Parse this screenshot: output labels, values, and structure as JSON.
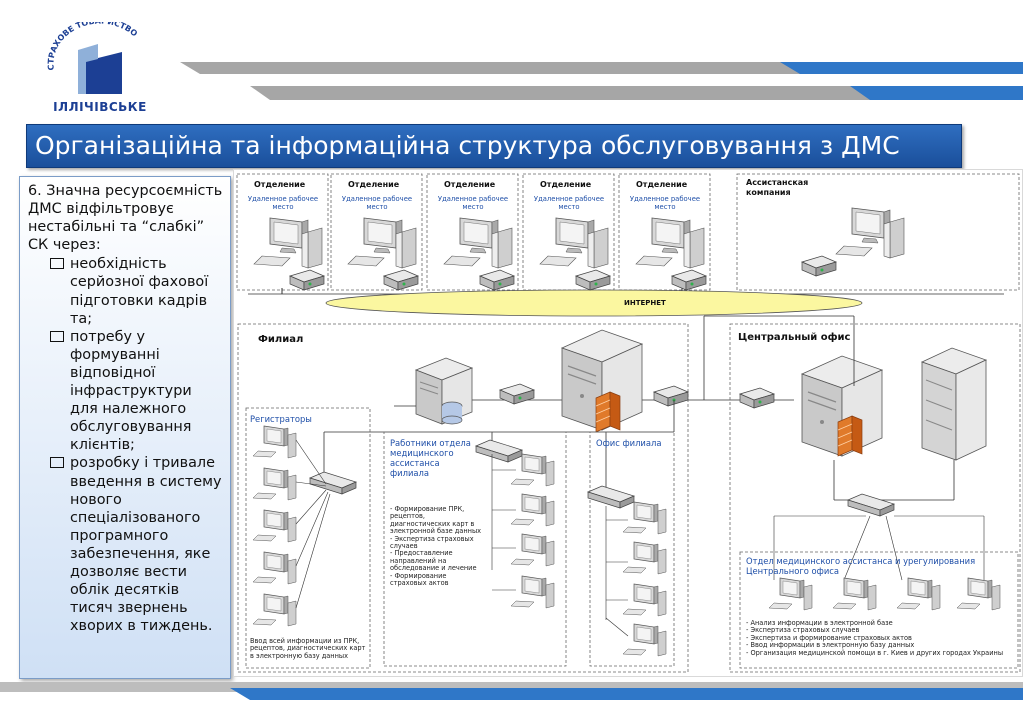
{
  "logo": {
    "arc_text": "СТРАХОВЕ ТОВАРИСТВО",
    "brand": "ІЛЛІЧІВСЬКЕ",
    "colors": {
      "blue": "#1c3f94",
      "light": "#8fb0d9"
    }
  },
  "title": "Організаційна та інформаційна структура обслуговування з ДМС",
  "left_panel": {
    "intro": "6. Значна ресурсоємність ДМС відфільтровує нестабільні та “слабкі” СК через:",
    "bullets": [
      "необхідність серйозної фахової підготовки кадрів та;",
      "потребу у формуванні відповідної інфраструктури для належного обслуговування клієнтів;",
      "розробку і тривале введення в систему нового спеціалізованого програмного забезпечення, яке дозволяє вести облік десятків тисяч звернень хворих в тиждень."
    ]
  },
  "diagram": {
    "branches": [
      {
        "title": "Отделение",
        "subtitle": "Удаленное рабочее место"
      },
      {
        "title": "Отделение",
        "subtitle": "Удаленное рабочее место"
      },
      {
        "title": "Отделение",
        "subtitle": "Удаленное рабочее место"
      },
      {
        "title": "Отделение",
        "subtitle": "Удаленное рабочее место"
      },
      {
        "title": "Отделение",
        "subtitle": "Удаленное рабочее место"
      }
    ],
    "assistance": "Ассистанская компания",
    "internet": "ИНТЕРНЕТ",
    "filial": "Филиал",
    "central_office": "Центральный офис",
    "registrars": "Регистраторы",
    "registrars_note": "Ввод всей информации из ПРК, рецептов, диагностических карт в электронную базу данных",
    "workers": "Работники отдела медицинского ассистанса филиала",
    "workers_tasks": "- Формирование ПРК, рецептов, диагностических карт в электронной базе данных\n- Экспертиза страховых случаев\n- Предоставление направлений на обследование и лечение\n- Формирование страховых актов",
    "branch_office": "Офис филиала",
    "department": "Отдел медицинского ассистанса и урегулирования Центрального офиса",
    "department_tasks": "- Анализ информации в электронной базе\n- Экспертиза страховых случаев\n- Экспертиза и формирование страховых актов\n- Ввод информации в электронную базу данных\n- Организация медицинской помощи в г. Киев и других городах Украины"
  }
}
